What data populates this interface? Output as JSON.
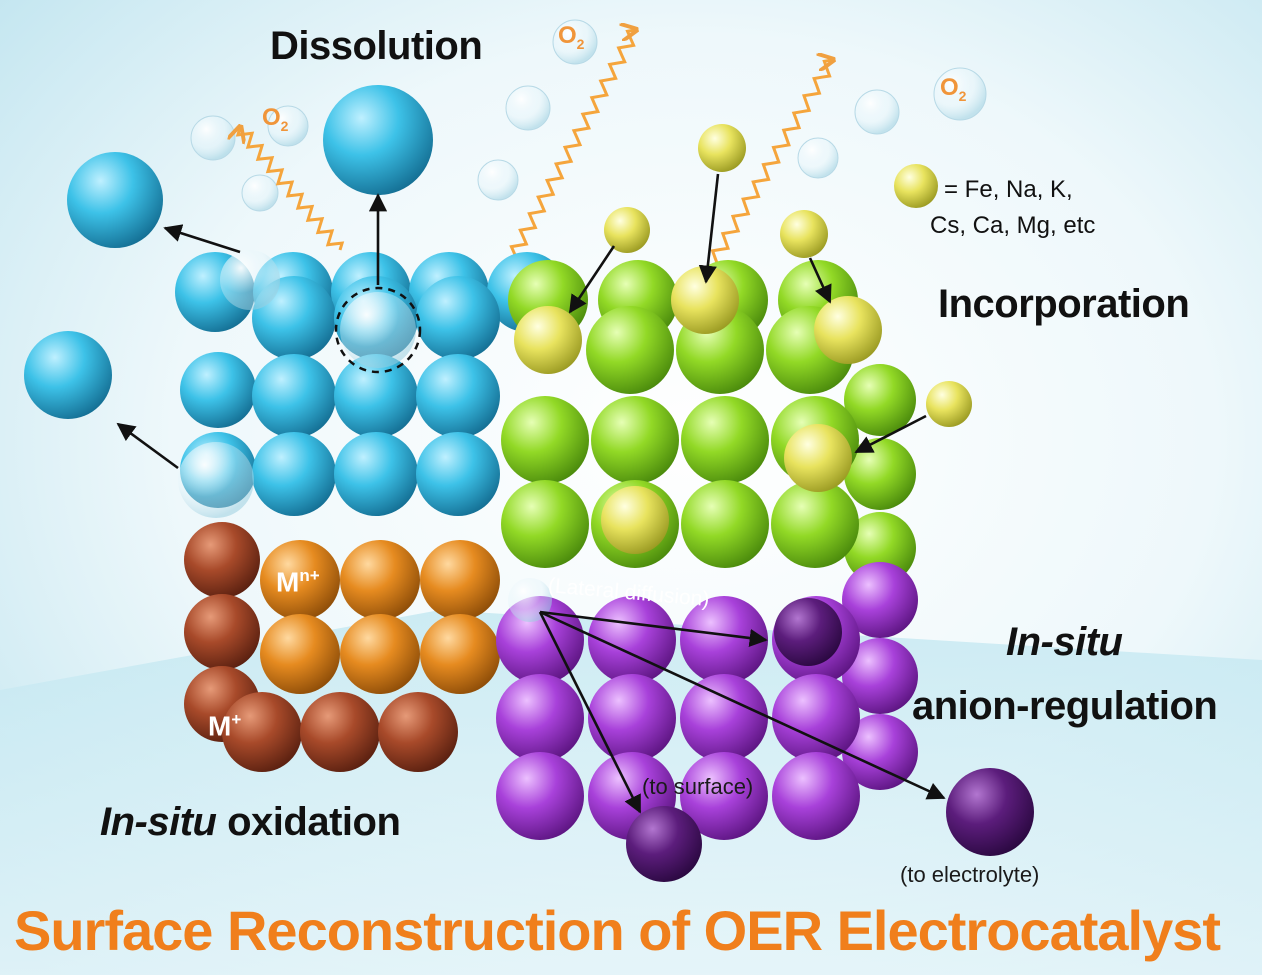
{
  "labels": {
    "dissolution": "Dissolution",
    "incorporation": "Incorporation",
    "in_situ_1": "In-situ",
    "anion_regulation": "anion-regulation",
    "in_situ_2": "In-situ",
    "oxidation": " oxidation",
    "legend_line1": "= Fe, Na, K,",
    "legend_line2": "Cs, Ca, Mg, etc",
    "lateral_diffusion": "(Lateral diffusion)",
    "to_surface": "(to surface)",
    "to_electrolyte": "(to electrolyte)",
    "ion_high_base": "M",
    "ion_high_sup": "n+",
    "ion_low_base": "M",
    "ion_low_sup": "+",
    "o2_base": "O",
    "o2_sub": "2",
    "title": "Surface Reconstruction of OER Electrocatalyst"
  },
  "colors": {
    "cyan_atom": "#2ab4dc",
    "green_atom": "#8fd81e",
    "yellow_dopant": "#e6e25a",
    "orange_atom": "#e58a1e",
    "brown_atom": "#a8482a",
    "purple_atom": "#a63ed6",
    "dark_purple_anion": "#5a1b7a",
    "title": "#f07f1c",
    "o2": "#f0953a"
  }
}
